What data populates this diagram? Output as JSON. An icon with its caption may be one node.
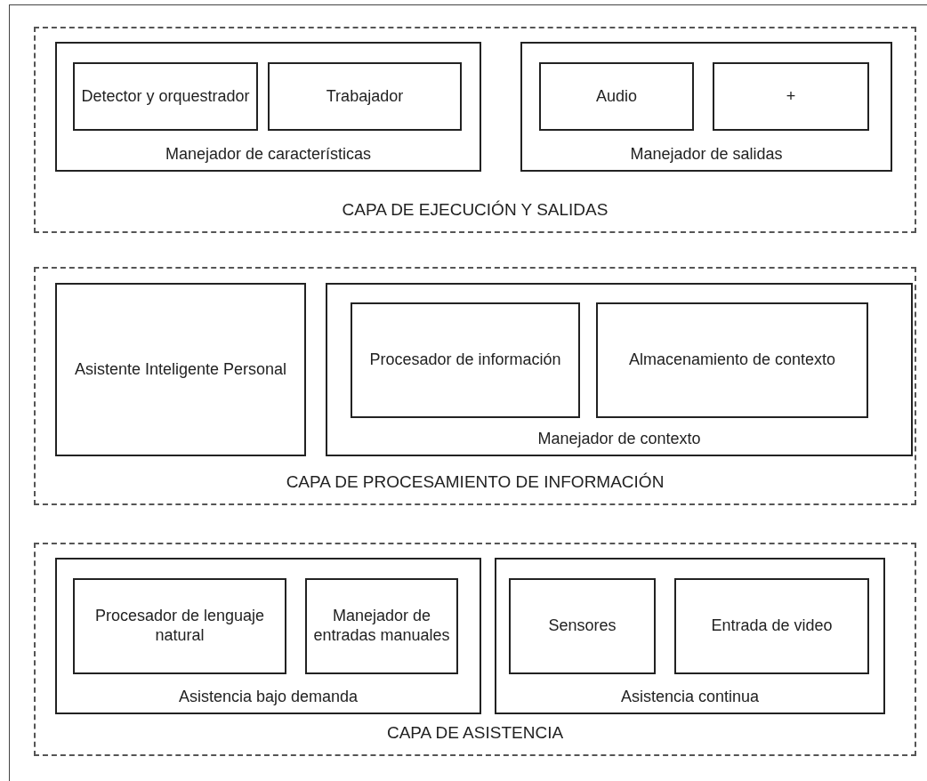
{
  "diagram": {
    "nodes": [
      {
        "text": [
          "CAPA DE EJECUCIÓN Y SALIDAS"
        ]
      },
      {
        "text": [
          "Manejador de características"
        ],
        "in": 0
      },
      {
        "text": [
          "Detector y orquestrador"
        ],
        "in": 1
      },
      {
        "text": [
          "Trabajador"
        ],
        "in": 1
      },
      {
        "text": [
          "Manejador de salidas"
        ],
        "in": 0
      },
      {
        "text": [
          "Audio"
        ],
        "in": 4
      },
      {
        "text": [
          "+"
        ],
        "in": 4
      },
      {
        "text": [
          "CAPA DE PROCESAMIENTO DE INFORMACIÓN"
        ]
      },
      {
        "text": [
          "Asistente Inteligente Personal"
        ],
        "in": 7
      },
      {
        "text": [
          "Manejador de contexto"
        ],
        "in": 7
      },
      {
        "text": [
          "Procesador de información"
        ],
        "in": 9
      },
      {
        "text": [
          "Almacenamiento de contexto"
        ],
        "in": 9
      },
      {
        "text": [
          "CAPA DE ASISTENCIA"
        ]
      },
      {
        "text": [
          "Asistencia bajo demanda"
        ],
        "in": 12
      },
      {
        "text": [
          "Procesador de lenguaje natural"
        ],
        "in": 13
      },
      {
        "text": [
          "Manejador de entradas manuales"
        ],
        "in": 13
      },
      {
        "text": [
          "Asistencia continua"
        ],
        "in": 12
      },
      {
        "text": [
          "Sensores"
        ],
        "in": 16
      },
      {
        "text": [
          "Entrada de video"
        ],
        "in": 16
      }
    ]
  }
}
